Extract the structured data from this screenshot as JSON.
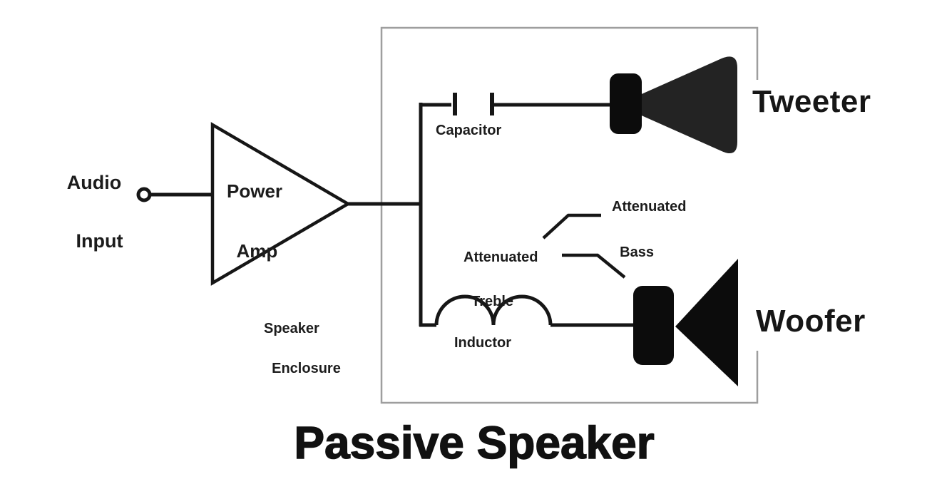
{
  "title": "Passive Speaker",
  "diagram": {
    "audio_input": {
      "line1": "Audio",
      "line2": "Input"
    },
    "power_amp": {
      "line1": "Power",
      "line2": "Amp"
    },
    "capacitor_label": "Capacitor",
    "inductor_label": "Inductor",
    "attenuated_bass": {
      "line1": "Attenuated",
      "line2": "Bass"
    },
    "attenuated_treble": {
      "line1": "Attenuated",
      "line2": "Treble"
    },
    "tweeter_label": "Tweeter",
    "woofer_label": "Woofer",
    "enclosure_label": {
      "line1": "Speaker",
      "line2": "Enclosure"
    }
  },
  "colors": {
    "wire": "#161616",
    "enclosure_border": "#9e9e9e",
    "tweeter_horn": "#232323",
    "driver_black": "#0c0c0c",
    "text": "#1c1c1c"
  }
}
